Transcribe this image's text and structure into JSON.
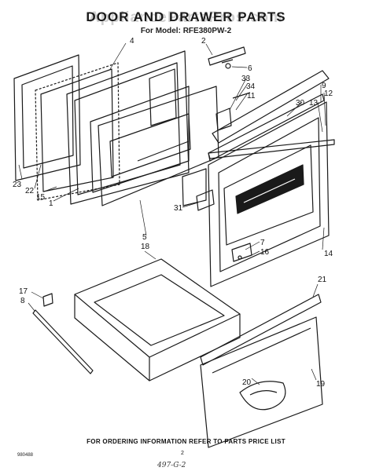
{
  "title": "DOOR AND DRAWER PARTS",
  "watermark": "AppliancePartsPros.com",
  "model": "For Model: RFE380PW-2",
  "labels": [
    "2",
    "4",
    "6",
    "33",
    "34",
    "11",
    "9",
    "12",
    "30",
    "13",
    "23",
    "22",
    "15",
    "1",
    "31",
    "5",
    "18",
    "7",
    "16",
    "14",
    "17",
    "8",
    "21",
    "20",
    "19"
  ],
  "footer": "FOR ORDERING INFORMATION REFER TO PARTS PRICE LIST",
  "doc_code": "980488",
  "page_number": "2",
  "handwritten": "497-G-2"
}
